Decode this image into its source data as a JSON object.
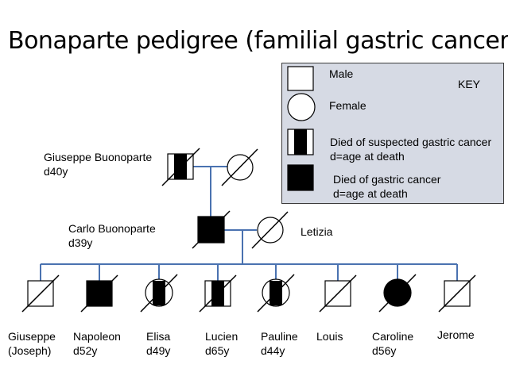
{
  "title": "Bonaparte pedigree (familial gastric cancer)",
  "key": {
    "heading": "KEY",
    "male": "Male",
    "female": "Female",
    "suspected": [
      "Died of suspected gastric cancer",
      "d=age at death"
    ],
    "gastric": [
      "Died of gastric cancer",
      "d=age at death"
    ]
  },
  "people": {
    "giuseppe_buonoparte": [
      "Giuseppe Buonoparte",
      "d40y"
    ],
    "carlo": [
      "Carlo Buonoparte",
      "d39y"
    ],
    "letizia": "Letizia",
    "children": {
      "giuseppe": [
        "Giuseppe",
        "(Joseph)"
      ],
      "napoleon": [
        "Napoleon",
        "d52y"
      ],
      "elisa": [
        "Elisa",
        "d49y"
      ],
      "lucien": [
        "Lucien",
        "d65y"
      ],
      "pauline": [
        "Pauline",
        "d44y"
      ],
      "louis": [
        "Louis"
      ],
      "caroline": [
        "Caroline",
        "d56y"
      ],
      "jerome": [
        "Jerome"
      ]
    }
  },
  "colors": {
    "line": "#4a72b0",
    "key_bg": "#d6dae4",
    "fill": "#000000"
  }
}
